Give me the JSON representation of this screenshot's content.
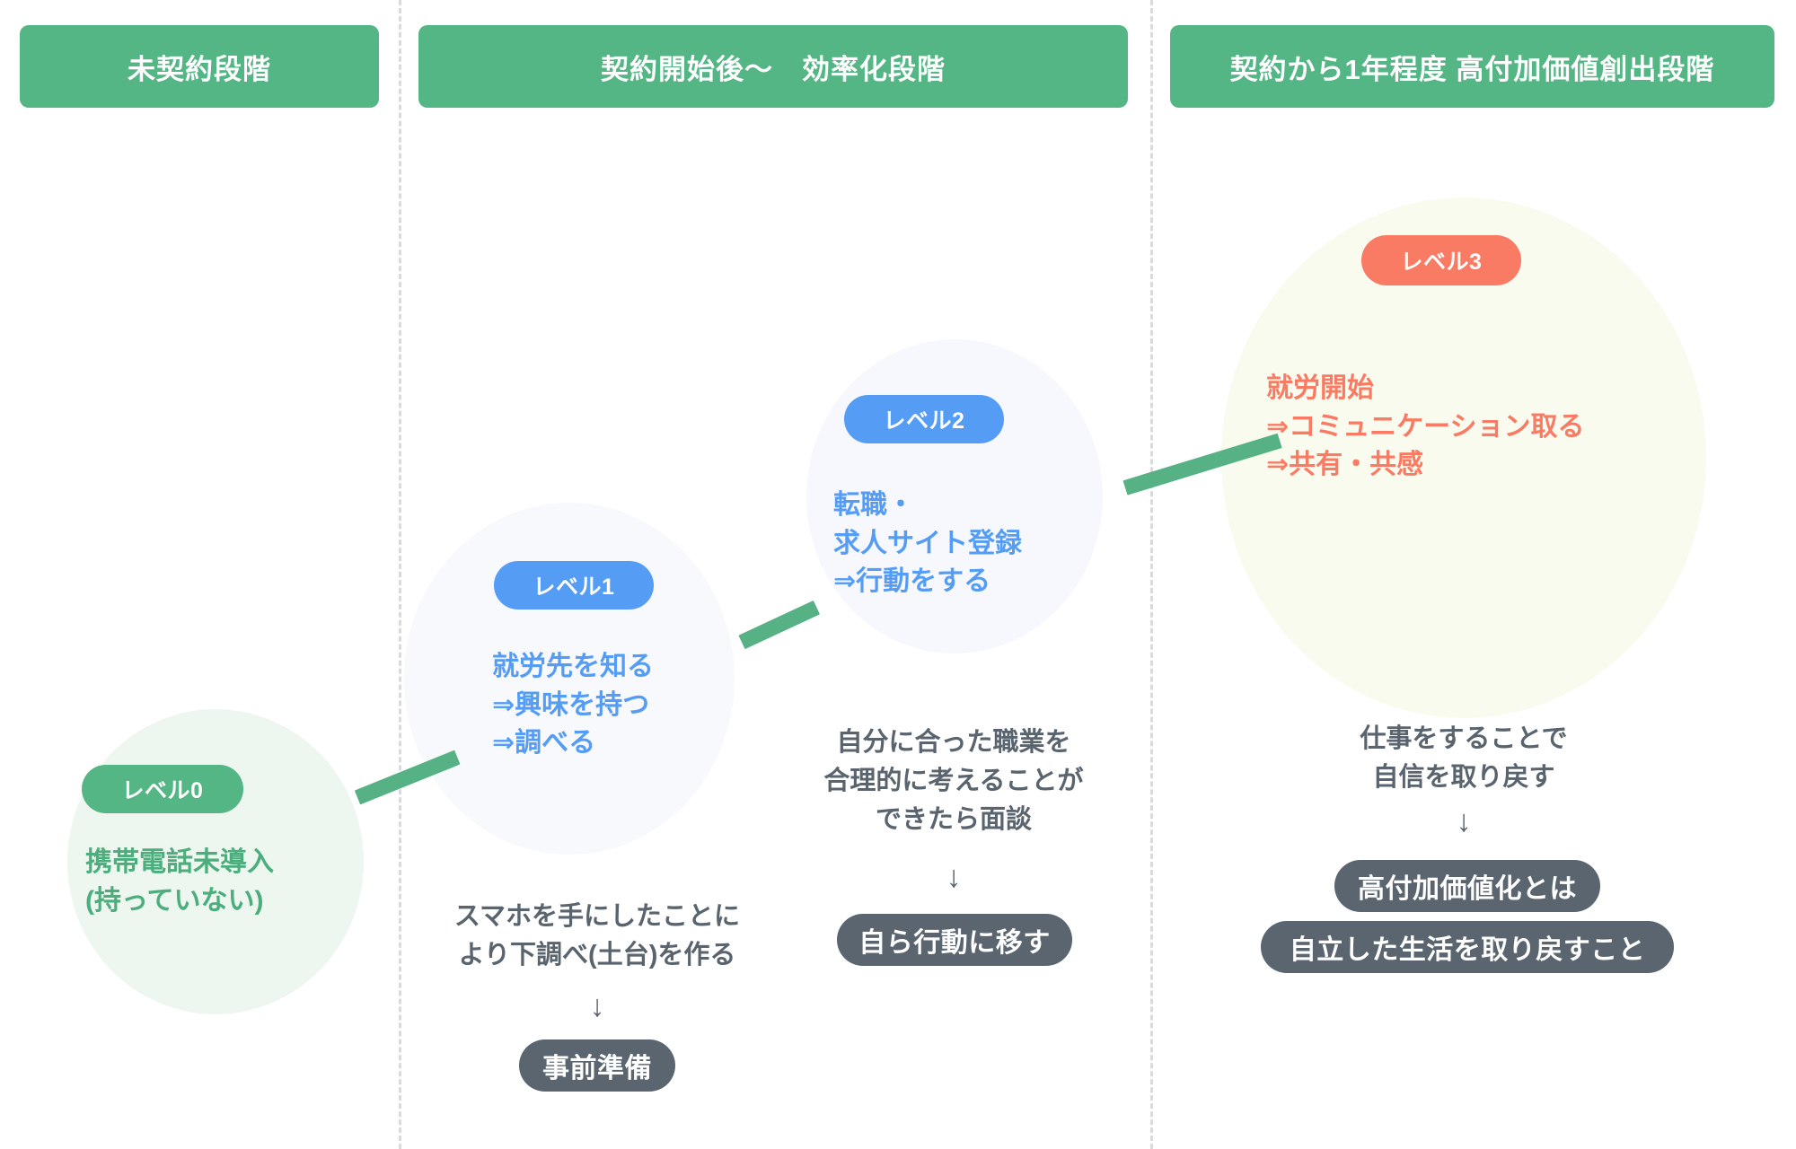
{
  "diagram": {
    "title_colors": {
      "green": "#54b585",
      "blue": "#559cf5",
      "orange": "#f97b63",
      "dark": "#5a6570",
      "divider": "#d8dadd"
    },
    "stage_headers": [
      {
        "label": "未契約段階"
      },
      {
        "label": "契約開始後〜　効率化段階"
      },
      {
        "label": "契約から1年程度 高付加価値創出段階"
      }
    ],
    "levels": [
      {
        "badge": "レベル0",
        "body": "携帯電話未導入\n(持っていない)",
        "bubble_color": "#edf7ef",
        "badge_color": "#54b585",
        "text_color": "#4cad7d"
      },
      {
        "badge": "レベル1",
        "body": "就労先を知る\n⇒興味を持つ\n⇒調べる",
        "bubble_color": "#f7f9fd",
        "badge_color": "#559cf5",
        "text_color": "#559cf5"
      },
      {
        "badge": "レベル2",
        "body": "転職・\n求人サイト登録\n⇒行動をする",
        "bubble_color": "#f6f8fd",
        "badge_color": "#559cf5",
        "text_color": "#559cf5"
      },
      {
        "badge": "レベル3",
        "body": "就労開始\n⇒コミュニケーション取る\n⇒共有・共感",
        "bubble_color": "#fafbef",
        "badge_color": "#f97b63",
        "text_color": "#f97b63"
      }
    ],
    "captions": [
      {
        "text": "スマホを手にしたことに\nより下調べ(土台)を作る",
        "arrow": "↓",
        "pills": [
          "事前準備"
        ]
      },
      {
        "text": "自分に合った職業を\n合理的に考えることが\nできたら面談",
        "arrow": "↓",
        "pills": [
          "自ら行動に移す"
        ]
      },
      {
        "text": "仕事をすることで\n自信を取り戻す",
        "arrow": "↓",
        "pills": [
          "高付加価値化とは",
          "自立した生活を取り戻すこと"
        ]
      }
    ]
  }
}
